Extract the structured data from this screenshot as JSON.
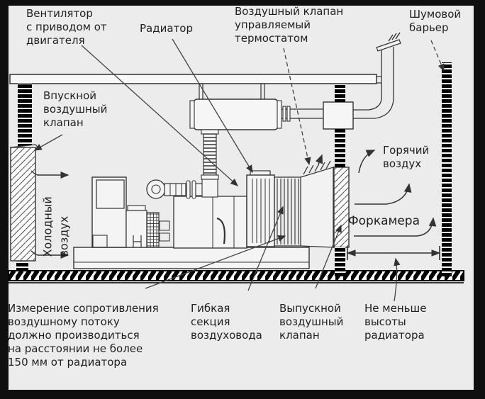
{
  "diagram": {
    "type": "technical-schematic",
    "subject": "Generator set ventilation and exhaust installation scheme",
    "labels": {
      "fan": "Вентилятор\nс приводом от\nдвигателя",
      "radiator": "Радиатор",
      "thermostat_valve": "Воздушный клапан\nуправляемый\nтермостатом",
      "noise_barrier": "Шумовой\nбарьер",
      "inlet_valve": "Впускной\nвоздушный\nклапан",
      "cold_air": "Холодный\nвоздух",
      "hot_air": "Горячий\nвоздух",
      "forechamber": "Форкамера",
      "measurement_note": "Измерение сопротивления\nвоздушному потоку\nдолжно производиться\nна расстоянии не более\n150 мм от радиатора",
      "flexible_duct": "Гибкая\nсекция\nвоздуховода",
      "outlet_valve": "Выпускной\nвоздушный\nклапан",
      "min_height": "Не меньше\nвысоты\nрадиатора"
    },
    "colors": {
      "frame": "#0f0f0f",
      "canvas": "#ececec",
      "line": "#333333",
      "wall": "#000000",
      "text": "#1f1f1f"
    }
  }
}
